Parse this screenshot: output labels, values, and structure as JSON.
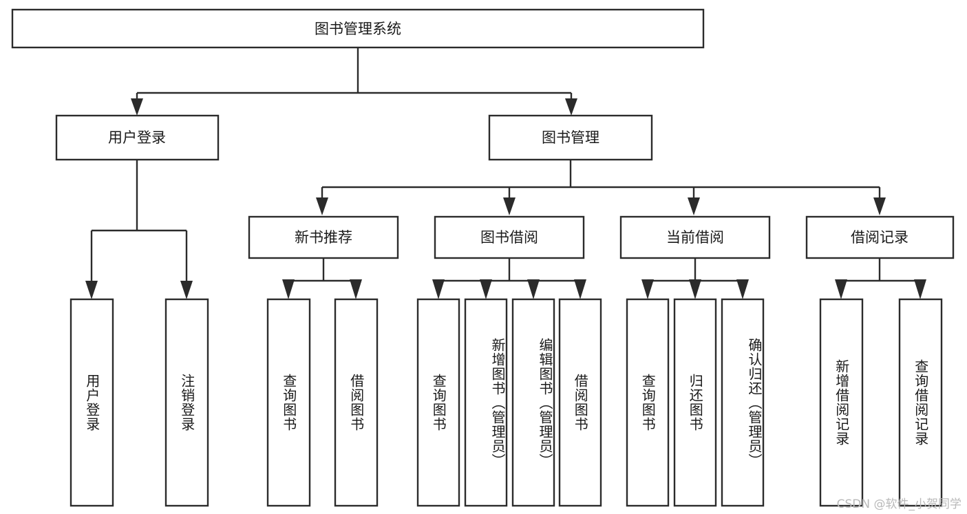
{
  "diagram": {
    "type": "tree-hierarchy",
    "title": "图书管理系统",
    "watermark": "CSDN @软件_小贺同学",
    "colors": {
      "background": "#ffffff",
      "stroke": "#2b2b2b",
      "fill": "#ffffff",
      "text": "#1a1a1a",
      "watermark": "#b9b9b9"
    },
    "root": {
      "label": "图书管理系统"
    },
    "level2": [
      {
        "label": "用户登录"
      },
      {
        "label": "图书管理"
      }
    ],
    "level3": [
      {
        "label": "新书推荐"
      },
      {
        "label": "图书借阅"
      },
      {
        "label": "当前借阅"
      },
      {
        "label": "借阅记录"
      }
    ],
    "leaves": {
      "user_login": [
        {
          "label": "用户登录"
        },
        {
          "label": "注销登录"
        }
      ],
      "new_book_recommend": [
        {
          "label": "查询图书"
        },
        {
          "label": "借阅图书"
        }
      ],
      "book_borrow": [
        {
          "label": "查询图书"
        },
        {
          "label": "新增图书（管理员）"
        },
        {
          "label": "编辑图书（管理员）"
        },
        {
          "label": "借阅图书"
        }
      ],
      "current_borrow": [
        {
          "label": "查询图书"
        },
        {
          "label": "归还图书"
        },
        {
          "label": "确认归还（管理员）"
        }
      ],
      "borrow_record": [
        {
          "label": "新增借阅记录"
        },
        {
          "label": "查询借阅记录"
        }
      ]
    }
  }
}
